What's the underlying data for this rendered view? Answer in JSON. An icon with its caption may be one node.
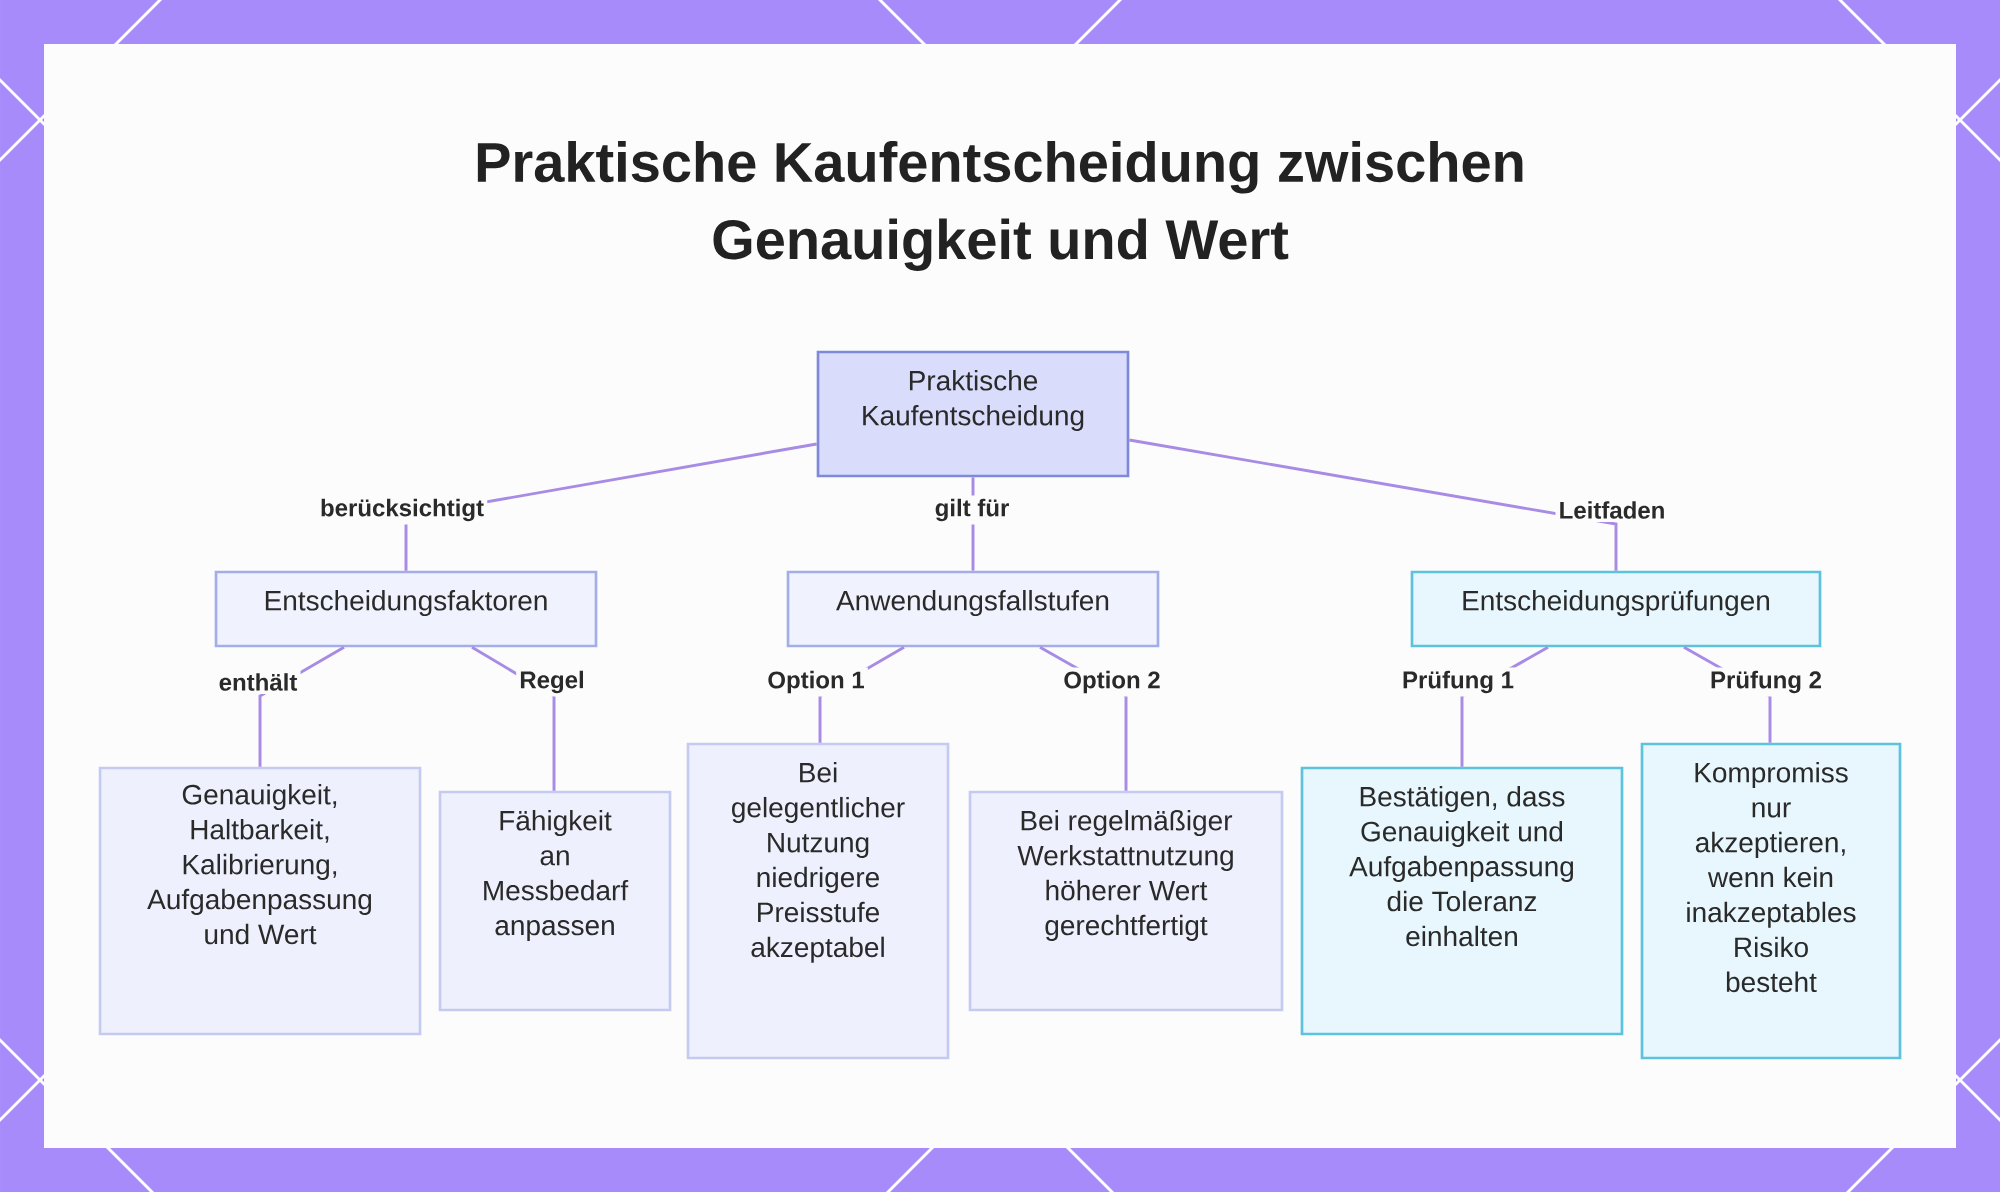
{
  "diagram": {
    "title": "Praktische Kaufentscheidung zwischen Genauigkeit und Wert",
    "nodes": [
      {
        "text": [
          "Praktische Kaufentscheidung"
        ]
      },
      {
        "text": [
          "Entscheidungsfaktoren"
        ]
      },
      {
        "text": [
          "Anwendungsfallstufen"
        ]
      },
      {
        "text": [
          "Entscheidungsprüfungen"
        ]
      },
      {
        "text": [
          "Genauigkeit, Haltbarkeit, Kalibrierung, Aufgabenpassung und Wert"
        ]
      },
      {
        "text": [
          "Fähigkeit an Messbedarf anpassen"
        ]
      },
      {
        "text": [
          "Bei gelegentlicher Nutzung niedrigere Preisstufe akzeptabel"
        ]
      },
      {
        "text": [
          "Bei regelmäßiger Werkstattnutzung höherer Wert gerechtfertigt"
        ]
      },
      {
        "text": [
          "Bestätigen, dass Genauigkeit und Aufgabenpassung die Toleranz einhalten"
        ]
      },
      {
        "text": [
          "Kompromiss nur akzeptieren, wenn kein inakzeptables Risiko besteht"
        ]
      }
    ],
    "edges": [
      {
        "from": 0,
        "to": 1,
        "arrow": "none",
        "label": "berücksichtigt"
      },
      {
        "from": 0,
        "to": 2,
        "arrow": "none",
        "label": "gilt für"
      },
      {
        "from": 0,
        "to": 3,
        "arrow": "none",
        "label": "Leitfaden"
      },
      {
        "from": 1,
        "to": 4,
        "arrow": "none",
        "label": "enthält"
      },
      {
        "from": 1,
        "to": 5,
        "arrow": "none",
        "label": "Regel"
      },
      {
        "from": 2,
        "to": 6,
        "arrow": "none",
        "label": "Option 1"
      },
      {
        "from": 2,
        "to": 7,
        "arrow": "none",
        "label": "Option 2"
      },
      {
        "from": 3,
        "to": 8,
        "arrow": "none",
        "label": "Prüfung 1"
      },
      {
        "from": 3,
        "to": 9,
        "arrow": "none",
        "label": "Prüfung 2"
      }
    ]
  }
}
